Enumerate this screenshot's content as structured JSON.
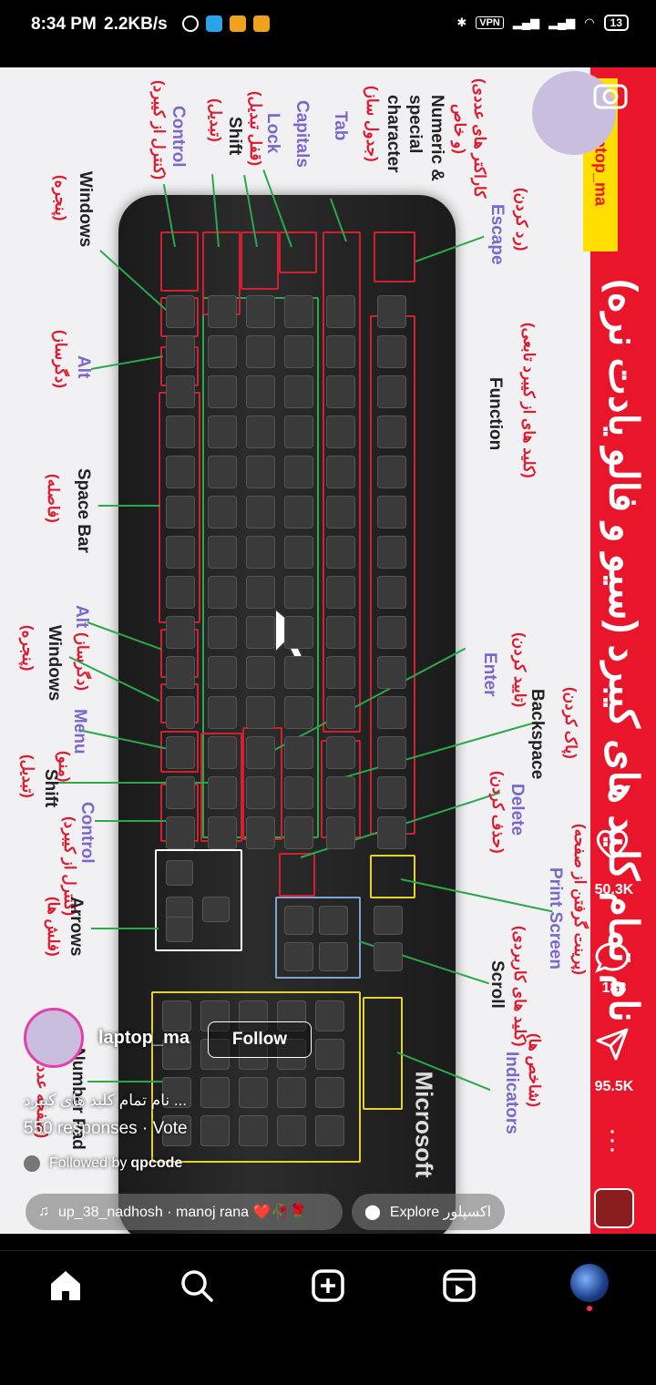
{
  "status_bar": {
    "time": "8:34 PM",
    "speed": "2.2KB/s",
    "vpn": "VPN",
    "battery": "13"
  },
  "reel": {
    "title": "نام تمام کلید های کیبرد (سیو و فالو یادت نره)",
    "handle": "laptop_ma",
    "brand": "Microsoft",
    "labels": {
      "escape": "Escape",
      "escape_fa": "(رد کردن)",
      "numeric": "Numeric &",
      "special": "special",
      "character": "character",
      "numeric_fa": "(کاراکتر های عددی",
      "numeric_fa2": "و خاص)",
      "tab": "Tab",
      "tab_fa": "(جدول ساز)",
      "capitals": "Capitals",
      "lock": "Lock",
      "lock_fa": "(قفل تبدیل)",
      "shift": "Shift",
      "shift_fa": "(تبدیل)",
      "control": "Control",
      "control_fa": "(کنترل از کیبرد)",
      "windows": "Windows",
      "windows_fa": "(پنجره)",
      "alt": "Alt",
      "alt_fa": "(دگرساز)",
      "function": "Function",
      "function_fa": "(کلید های از کیبرد تابعی)",
      "space": "Space Bar",
      "space_fa": "(فاصله)",
      "alt2": "Alt",
      "alt2_fa": "(دگرساز)",
      "windows2": "Windows",
      "windows2_fa": "(پنجره)",
      "menu": "Menu",
      "menu_fa": "(منو)",
      "shift2": "Shift",
      "shift2_fa": "(تبدیل)",
      "control2": "Control",
      "control2_fa": "(کنترل از کیبرد)",
      "arrows": "Arrows",
      "arrows_fa": "(فلش ها)",
      "enter": "Enter",
      "enter_fa": "(تایید کردن)",
      "backspace": "Backspace",
      "backspace_fa": "(پاک کردن)",
      "delete": "Delete",
      "delete_fa": "(حذف کردن)",
      "print": "Print Screen",
      "print_fa": "(پرینت گرفتن از صفحه)",
      "scroll": "Scroll",
      "scroll_fa": "(کلید های کاربردی)",
      "indicators": "Indicators",
      "indicators_fa": "(شاخص ها)",
      "numpad": "Number Pad",
      "numpad_fa": "(صفحه عددی)"
    }
  },
  "actions": {
    "likes": "50.3K",
    "comments": "188",
    "shares": "95.5K"
  },
  "overlay": {
    "username": "laptop_ma",
    "follow": "Follow",
    "caption": "نام تمام کلید های کیبرد ...",
    "responses": "550 responses · Vote",
    "followed_by": "Followed by",
    "followed_user": "qpcode",
    "music": "up_38_nadhosh · manoj rana ❤️🥀🌹",
    "explore": "Explore اکسپلور"
  },
  "icons": [
    "home-icon",
    "search-icon",
    "create-icon",
    "reels-icon",
    "profile-avatar"
  ],
  "colors": {
    "accent_red": "#e9152b",
    "yellow": "#ffde00",
    "green_line": "#2aa84a"
  }
}
